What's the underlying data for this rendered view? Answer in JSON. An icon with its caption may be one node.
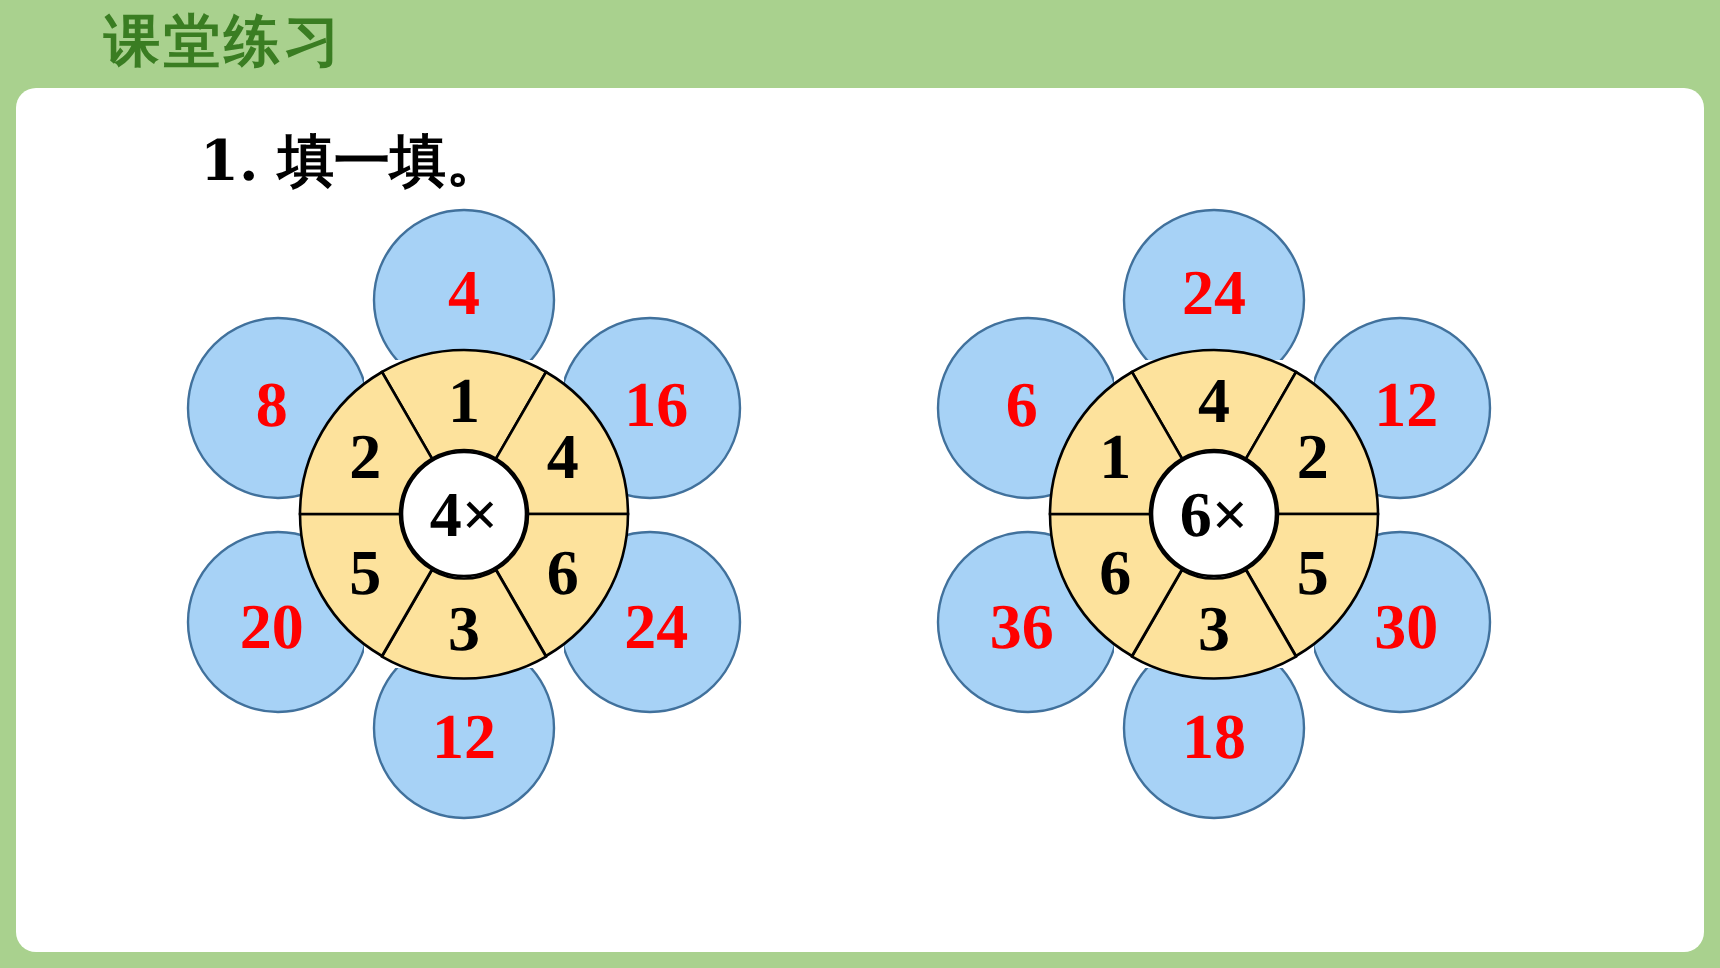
{
  "diagram": {
    "title": "课堂练习",
    "nodes": [
      {
        "text": [
          "4"
        ]
      },
      {
        "text": [
          "16"
        ]
      },
      {
        "text": [
          "24"
        ]
      },
      {
        "text": [
          "12"
        ]
      },
      {
        "text": [
          "20"
        ]
      },
      {
        "text": [
          "8"
        ]
      },
      {
        "text": [
          "1"
        ]
      },
      {
        "text": [
          "4"
        ]
      },
      {
        "text": [
          "6"
        ]
      },
      {
        "text": [
          "3"
        ]
      },
      {
        "text": [
          "5"
        ]
      },
      {
        "text": [
          "2"
        ]
      },
      {
        "text": [
          "4×"
        ]
      },
      {
        "text": [
          "24"
        ]
      },
      {
        "text": [
          "12"
        ]
      },
      {
        "text": [
          "30"
        ]
      },
      {
        "text": [
          "18"
        ]
      },
      {
        "text": [
          "36"
        ]
      },
      {
        "text": [
          "6"
        ]
      },
      {
        "text": [
          "4"
        ]
      },
      {
        "text": [
          "2"
        ]
      },
      {
        "text": [
          "5"
        ]
      },
      {
        "text": [
          "3"
        ]
      },
      {
        "text": [
          "6"
        ]
      },
      {
        "text": [
          "1"
        ]
      },
      {
        "text": [
          "6×"
        ]
      }
    ],
    "labels": [
      "1. 填一填。"
    ]
  }
}
